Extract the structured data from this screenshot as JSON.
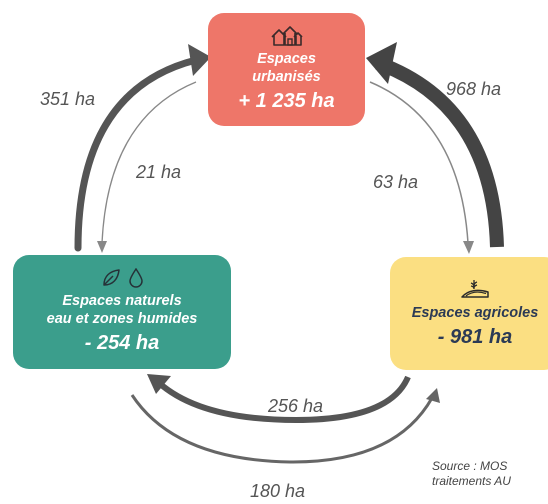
{
  "nodes": {
    "urbanises": {
      "name_line1": "Espaces",
      "name_line2": "urbanisés",
      "change": "+ 1 235 ha",
      "color": "#ee7669",
      "icon": "houses-icon"
    },
    "naturels": {
      "name_line1": "Espaces naturels",
      "name_line2": "eau et zones humides",
      "change": "- 254 ha",
      "color": "#3b9e8c",
      "icon": "leaf-drop-icon"
    },
    "agricoles": {
      "name_line1": "Espaces agricoles",
      "change": "- 981 ha",
      "color": "#fbdf82",
      "icon": "field-icon"
    }
  },
  "flows": {
    "naturels_to_urbanises": {
      "label": "351 ha",
      "value": 351
    },
    "urbanises_to_naturels": {
      "label": "21 ha",
      "value": 21
    },
    "agricoles_to_urbanises": {
      "label": "968 ha",
      "value": 968
    },
    "urbanises_to_agricoles": {
      "label": "63 ha",
      "value": 63
    },
    "agricoles_to_naturels": {
      "label": "256 ha",
      "value": 256
    },
    "naturels_to_agricoles": {
      "label": "180 ha",
      "value": 180
    }
  },
  "source": {
    "line1": "Source : MOS",
    "line2": "traitements AU"
  }
}
